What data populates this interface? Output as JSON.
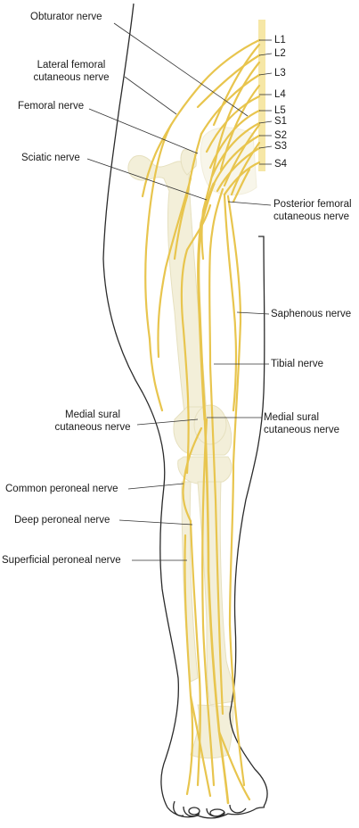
{
  "diagram": {
    "colors": {
      "outline": "#2b2b2b",
      "nerve": "#e8c54e",
      "nerve_dark": "#d9ae2c",
      "bone": "#f3efd9",
      "bone_edge": "#e6e0bf",
      "spine": "#f6e7a6",
      "leader": "#333333"
    },
    "labels": {
      "obturator": "Obturator nerve",
      "lateral_femoral_1": "Lateral femoral",
      "lateral_femoral_2": "cutaneous nerve",
      "femoral": "Femoral nerve",
      "sciatic": "Sciatic nerve",
      "posterior_femoral_1": "Posterior femoral",
      "posterior_femoral_2": "cutaneous nerve",
      "saphenous": "Saphenous nerve",
      "tibial": "Tibial nerve",
      "medial_sural_left_1": "Medial sural",
      "medial_sural_left_2": "cutaneous nerve",
      "medial_sural_right_1": "Medial sural",
      "medial_sural_right_2": "cutaneous nerve",
      "common_peroneal": "Common peroneal nerve",
      "deep_peroneal": "Deep peroneal nerve",
      "superficial_peroneal": "Superficial peroneal nerve"
    },
    "spinal_levels": [
      "L1",
      "L2",
      "L3",
      "L4",
      "L5",
      "S1",
      "S2",
      "S3",
      "S4"
    ]
  }
}
